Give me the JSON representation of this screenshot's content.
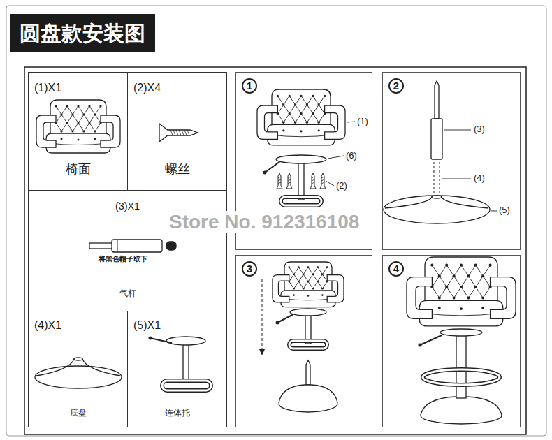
{
  "diagram": {
    "title": "圆盘款安装图",
    "nodes": [
      {
        "text": [
          "(1)X1",
          "椅面"
        ]
      },
      {
        "text": [
          "(2)X4",
          "螺丝"
        ]
      },
      {
        "text": [
          "(3)X1",
          "将黑色帽子取下",
          "气杆"
        ]
      },
      {
        "text": [
          "(4)X1",
          "底盘"
        ]
      },
      {
        "text": [
          "(5)X1",
          "连体托"
        ]
      },
      {
        "text": [
          "1"
        ]
      },
      {
        "text": [
          "2"
        ]
      },
      {
        "text": [
          "3"
        ]
      },
      {
        "text": [
          "4"
        ]
      }
    ],
    "labels": [
      "(1)",
      "(6)",
      "(2)",
      "(3)",
      "(4)",
      "(5)",
      "Store No. 912316108"
    ]
  }
}
